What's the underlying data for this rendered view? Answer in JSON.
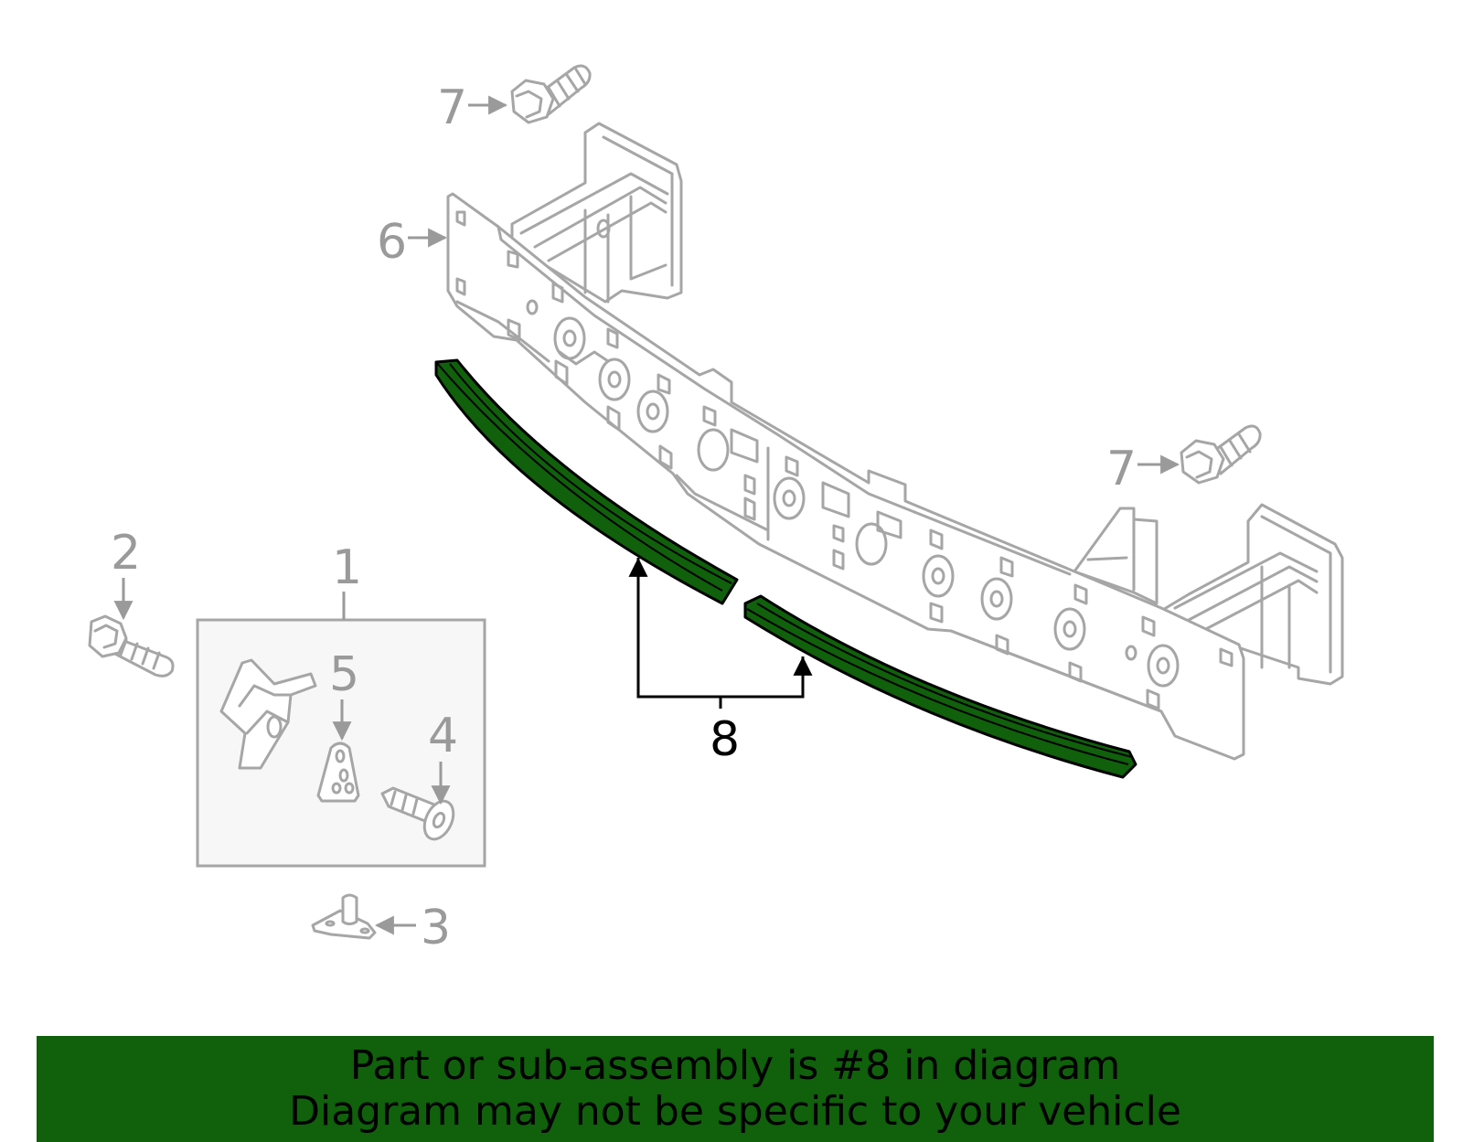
{
  "diagram": {
    "callouts": {
      "c1": "1",
      "c2": "2",
      "c3": "3",
      "c4": "4",
      "c5": "5",
      "c6": "6",
      "c7a": "7",
      "c7b": "7",
      "c8": "8"
    },
    "highlight_color": "#10600c",
    "part_color": "#a6a6a6"
  },
  "banner": {
    "line1": "Part or sub-assembly is #8 in diagram",
    "line2": "Diagram may not be specific to your vehicle",
    "background": "#10600c"
  }
}
